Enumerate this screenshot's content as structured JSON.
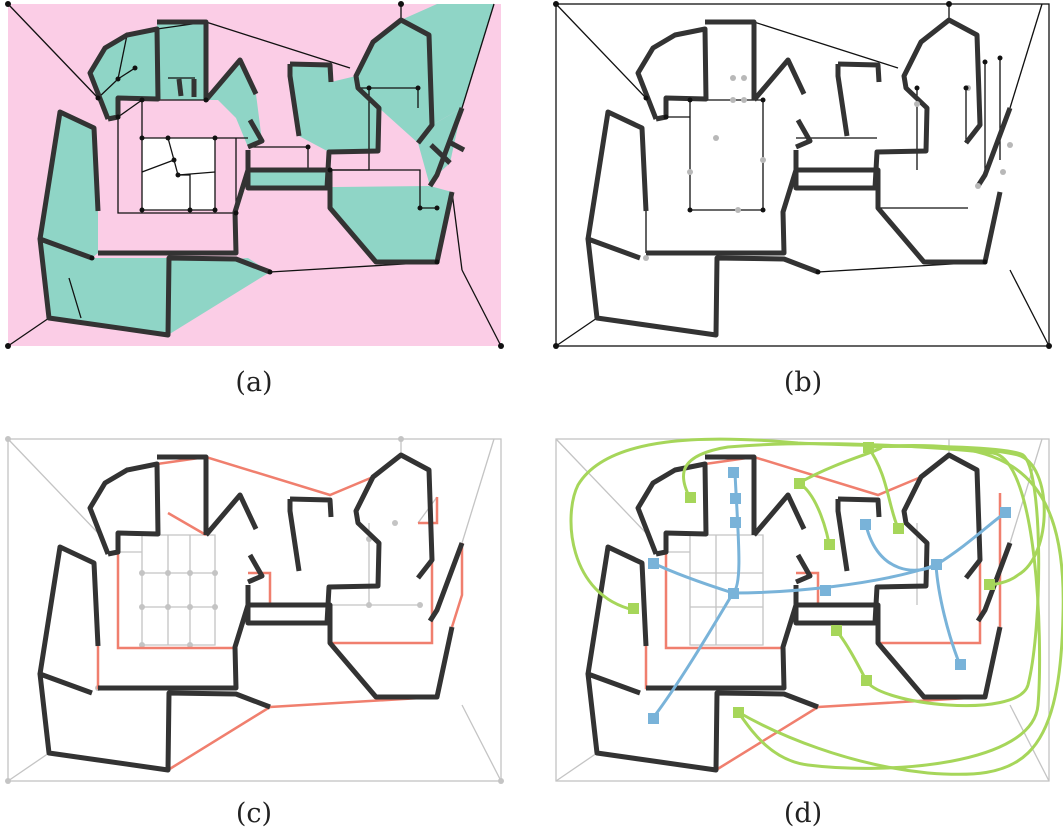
{
  "figure": {
    "captions": [
      "(a)",
      "(b)",
      "(c)",
      "(d)"
    ],
    "colors": {
      "background_fill": "#fbcde6",
      "region_fill": "#8fd5c6",
      "thick_stroke": "#333333",
      "thin_stroke": "#111111",
      "grid_gray": "#c4c4c4",
      "red_edges": "#f07f6e",
      "green_curves": "#a6d65a",
      "blue_curves": "#79b3d9"
    }
  }
}
